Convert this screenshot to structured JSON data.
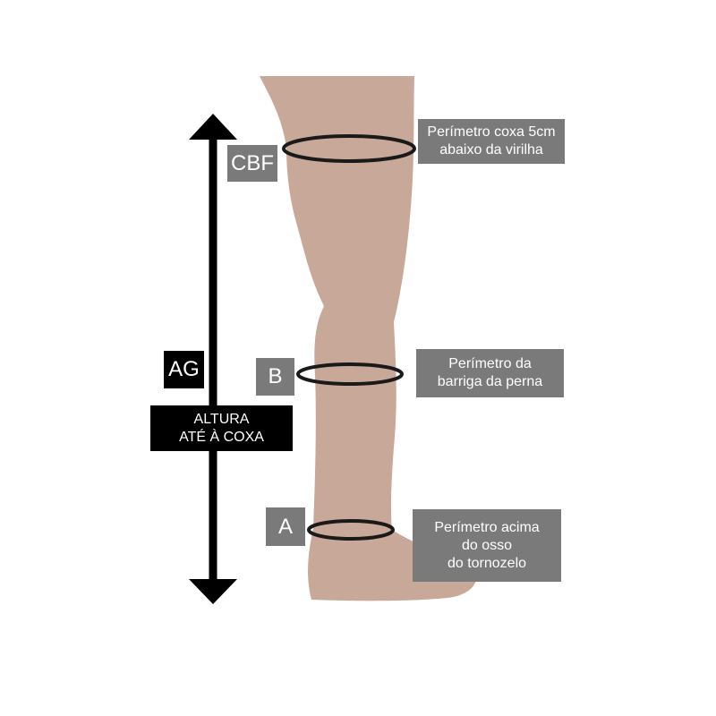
{
  "colors": {
    "skin": "#c8a999",
    "arrow": "#000000",
    "ring": "#1a1a1a",
    "box_gray": "#7a7a7a",
    "box_black": "#000000",
    "text": "#ffffff"
  },
  "labels": {
    "cbf": "CBF",
    "b": "B",
    "a": "A",
    "ag": "AG",
    "height_line1": "ALTURA",
    "height_line2": "ATÉ À COXA",
    "thigh_desc": "Perímetro coxa 5cm\nabaixo da virilha",
    "calf_desc": "Perímetro da\nbarriga da perna",
    "ankle_desc": "Perímetro acima\ndo osso\ndo tornozelo"
  }
}
